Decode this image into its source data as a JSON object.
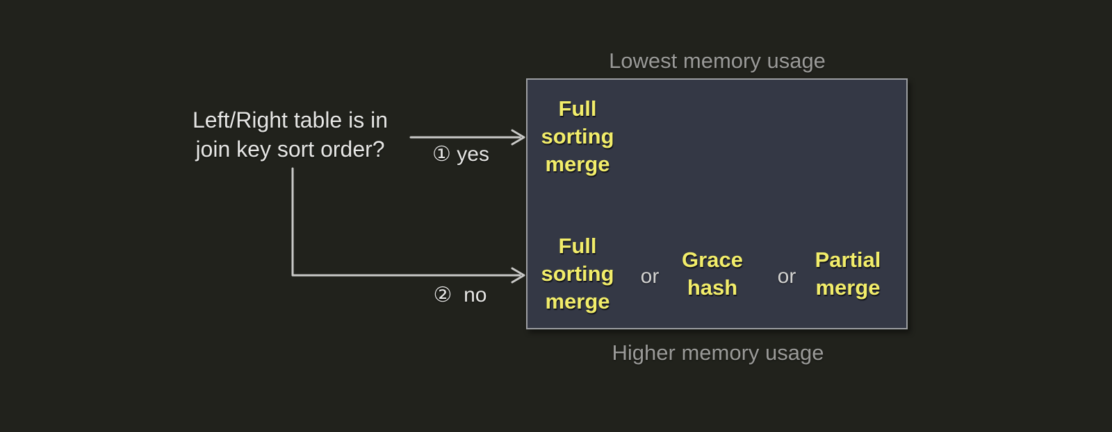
{
  "colors": {
    "page_bg": "#21221c",
    "box_bg": "#343845",
    "box_border": "#9d9fa2",
    "option_yellow": "#f2ed6a",
    "question_text": "#e6e6e4",
    "caption_gray": "#9a9a98",
    "or_gray": "#d2d2d0",
    "arrow_gray": "#c9c9c7"
  },
  "question": {
    "text": "Left/Right table is in\njoin key sort order?"
  },
  "branches": {
    "yes": {
      "label": "① yes"
    },
    "no": {
      "label": "②  no"
    }
  },
  "memory_scale": {
    "top_caption": "Lowest memory usage",
    "bottom_caption": "Higher memory usage"
  },
  "box": {
    "sorted_row": {
      "option": "Full\nsorting\nmerge"
    },
    "unsorted_row": {
      "options": [
        "Full\nsorting\nmerge",
        "Grace\nhash",
        "Partial\nmerge"
      ],
      "separator": "or"
    }
  }
}
